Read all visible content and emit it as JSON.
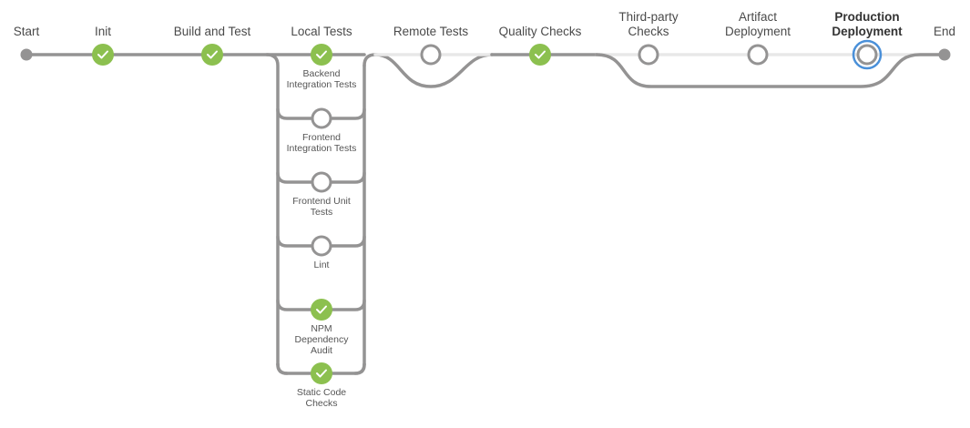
{
  "colors": {
    "track": "#949393",
    "track_light": "#e8e8e8",
    "success": "#8cc04f",
    "pending_ring": "#949393",
    "selected_ring": "#4a90d9",
    "text": "#4a4a4a"
  },
  "pipeline": {
    "start": {
      "label": "Start"
    },
    "end": {
      "label": "End"
    },
    "stages": [
      {
        "id": "init",
        "label": "Init",
        "lines": [
          "Init"
        ],
        "status": "success",
        "icon": "check-icon"
      },
      {
        "id": "build",
        "label": "Build and Test",
        "lines": [
          "Build and Test"
        ],
        "status": "success",
        "icon": "check-icon"
      },
      {
        "id": "local",
        "label": "Local Tests",
        "lines": [
          "Local Tests"
        ],
        "status": "success",
        "icon": "check-icon"
      },
      {
        "id": "remote",
        "label": "Remote Tests",
        "lines": [
          "Remote Tests"
        ],
        "status": "not-run",
        "icon": "empty-ring-icon"
      },
      {
        "id": "quality",
        "label": "Quality Checks",
        "lines": [
          "Quality Checks"
        ],
        "status": "success",
        "icon": "check-icon"
      },
      {
        "id": "thirdparty",
        "label": "Third-party Checks",
        "lines": [
          "Third-party",
          "Checks"
        ],
        "status": "not-run",
        "icon": "empty-ring-icon"
      },
      {
        "id": "artifact",
        "label": "Artifact Deployment",
        "lines": [
          "Artifact",
          "Deployment"
        ],
        "status": "not-run",
        "icon": "empty-ring-icon"
      },
      {
        "id": "production",
        "label": "Production Deployment",
        "lines": [
          "Production",
          "Deployment"
        ],
        "status": "selected",
        "icon": "selected-ring-icon"
      }
    ],
    "local_branches": [
      {
        "id": "backend-int",
        "lines": [
          "Backend",
          "Integration Tests"
        ],
        "status": "success"
      },
      {
        "id": "frontend-int",
        "lines": [
          "Frontend",
          "Integration Tests"
        ],
        "status": "not-run"
      },
      {
        "id": "frontend-unit",
        "lines": [
          "Frontend Unit",
          "Tests"
        ],
        "status": "not-run"
      },
      {
        "id": "lint",
        "lines": [
          "Lint"
        ],
        "status": "not-run"
      },
      {
        "id": "npm-audit",
        "lines": [
          "NPM",
          "Dependency",
          "Audit"
        ],
        "status": "success"
      },
      {
        "id": "static-code",
        "lines": [
          "Static Code",
          "Checks"
        ],
        "status": "success"
      }
    ]
  }
}
